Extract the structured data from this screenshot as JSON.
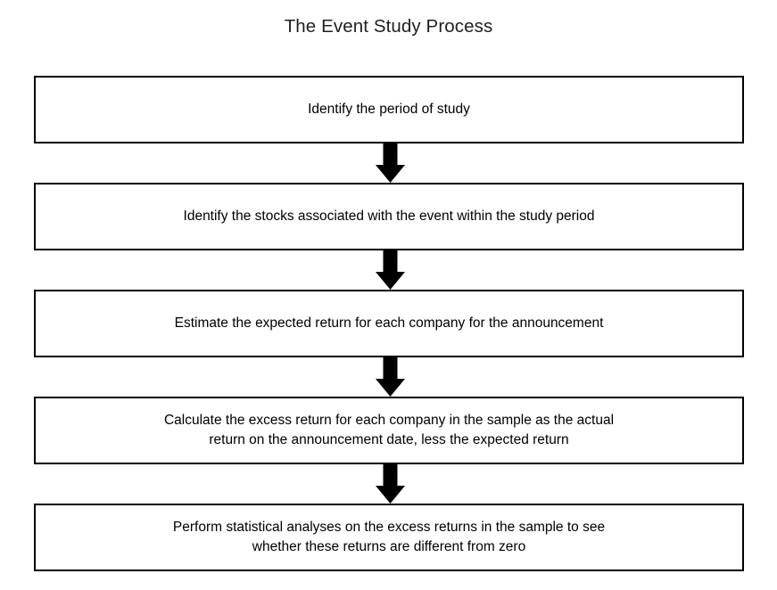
{
  "diagram": {
    "title": "The Event Study Process",
    "background_color": "#ffffff",
    "box_border_color": "#000000",
    "text_color": "#000000",
    "arrow_color": "#000000",
    "orientation": "vertical-top-to-bottom",
    "step_count": 5,
    "arrow_count": 4,
    "steps": [
      {
        "index": 1,
        "label": "Identify the period of study"
      },
      {
        "index": 2,
        "label": "Identify the stocks associated with the event within the study period"
      },
      {
        "index": 3,
        "label": "Estimate the expected return for each company for the announcement"
      },
      {
        "index": 4,
        "label": "Calculate the excess return for each company in the sample as the actual\nreturn on the announcement date, less the expected return"
      },
      {
        "index": 5,
        "label": "Perform statistical analyses on the excess returns in the sample to see\nwhether these returns are different from zero"
      }
    ],
    "connectors": [
      {
        "index": 1,
        "from_step": 1,
        "to_step": 2,
        "icon": "down-block-arrow-icon"
      },
      {
        "index": 2,
        "from_step": 2,
        "to_step": 3,
        "icon": "down-block-arrow-icon"
      },
      {
        "index": 3,
        "from_step": 3,
        "to_step": 4,
        "icon": "down-block-arrow-icon"
      },
      {
        "index": 4,
        "from_step": 4,
        "to_step": 5,
        "icon": "down-block-arrow-icon"
      }
    ]
  }
}
